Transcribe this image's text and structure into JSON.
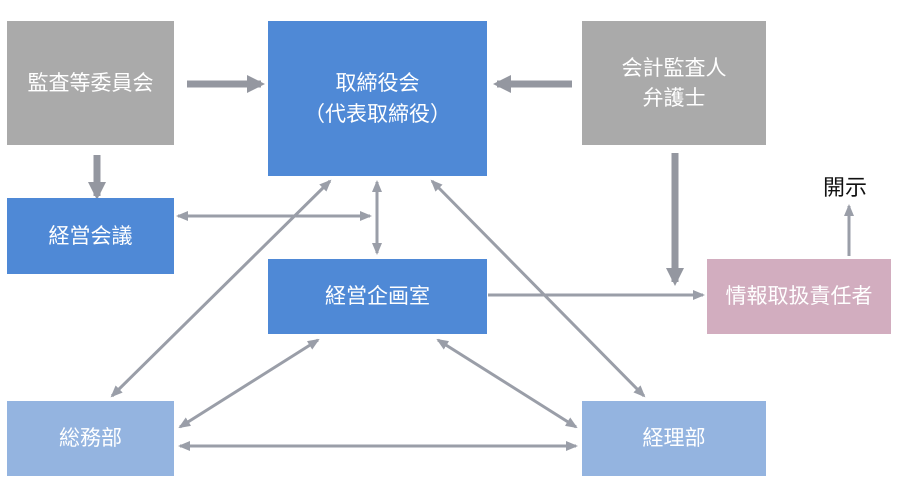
{
  "nodes": {
    "audit_committee": {
      "lines": [
        "監査等委員会"
      ]
    },
    "board": {
      "lines": [
        "取締役会",
        "（代表取締役）"
      ]
    },
    "auditor_lawyer": {
      "lines": [
        "会計監査人",
        "弁護士"
      ]
    },
    "management_meeting": {
      "lines": [
        "経営会議"
      ]
    },
    "corporate_planning": {
      "lines": [
        "経営企画室"
      ]
    },
    "info_officer": {
      "lines": [
        "情報取扱責任者"
      ]
    },
    "general_affairs": {
      "lines": [
        "総務部"
      ]
    },
    "accounting": {
      "lines": [
        "経理部"
      ]
    }
  },
  "disclosure_label": "開示",
  "colors": {
    "gray_box": "#aaaaaa",
    "blue_box": "#4f89d6",
    "light_blue_box": "#94b4e0",
    "pink_box": "#d2adbf",
    "thick_arrow": "#9497a0",
    "thin_arrow": "#9a9ea8"
  },
  "edges": [
    {
      "from": "audit_committee",
      "to": "board",
      "style": "thick",
      "direction": "one-way"
    },
    {
      "from": "auditor_lawyer",
      "to": "board",
      "style": "thick",
      "direction": "one-way"
    },
    {
      "from": "audit_committee",
      "to": "management_meeting",
      "style": "thick",
      "direction": "one-way"
    },
    {
      "from": "auditor_lawyer",
      "to": "info_officer",
      "style": "thick",
      "direction": "one-way"
    },
    {
      "from": "info_officer",
      "to": "disclosure",
      "style": "thin",
      "direction": "one-way"
    },
    {
      "from": "management_meeting",
      "to": "corporate_planning",
      "style": "thin",
      "direction": "two-way"
    },
    {
      "from": "board",
      "to": "corporate_planning",
      "style": "thin",
      "direction": "two-way"
    },
    {
      "from": "board",
      "to": "general_affairs",
      "style": "thin",
      "direction": "two-way"
    },
    {
      "from": "board",
      "to": "accounting",
      "style": "thin",
      "direction": "two-way"
    },
    {
      "from": "corporate_planning",
      "to": "info_officer",
      "style": "thin",
      "direction": "one-way"
    },
    {
      "from": "corporate_planning",
      "to": "general_affairs",
      "style": "thin",
      "direction": "two-way"
    },
    {
      "from": "corporate_planning",
      "to": "accounting",
      "style": "thin",
      "direction": "two-way"
    },
    {
      "from": "general_affairs",
      "to": "accounting",
      "style": "thin",
      "direction": "two-way"
    }
  ]
}
